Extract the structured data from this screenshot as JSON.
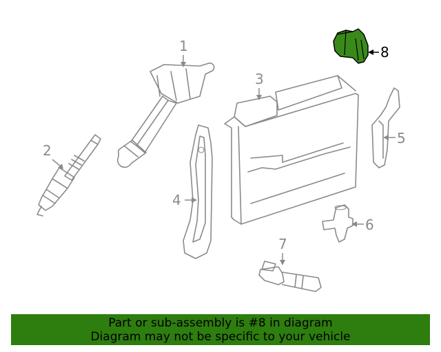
{
  "callouts": [
    "1",
    "2",
    "3",
    "4",
    "5",
    "6",
    "7",
    "8"
  ],
  "highlight_color": "#3a8a1a",
  "banner": {
    "line1": "Part or sub-assembly is #8 in diagram",
    "line2": "Diagram may not be specific to your vehicle",
    "background": "#2e7d0f"
  }
}
